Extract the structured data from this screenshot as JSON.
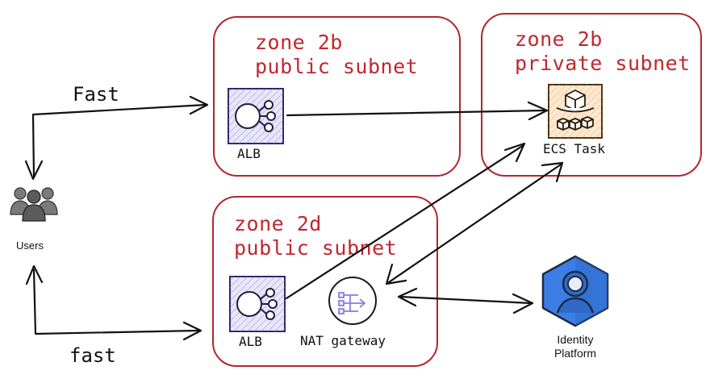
{
  "zones": [
    {
      "line1": "zone 2b",
      "line2": "public subnet"
    },
    {
      "line1": "zone 2b",
      "line2": "private subnet"
    },
    {
      "line1": "zone 2d",
      "line2": "public subnet"
    }
  ],
  "edges": {
    "top": "Fast",
    "bottom": "fast"
  },
  "nodes": {
    "users": "Users",
    "alb_top": "ALB",
    "alb_bottom": "ALB",
    "ecs": "ECS Task",
    "nat": "NAT gateway",
    "identity_line1": "Identity",
    "identity_line2": "Platform"
  },
  "colors": {
    "zone_border": "#b3262f",
    "zone_text": "#c0272d",
    "alb_fill": "#dcd8f5",
    "alb_stroke": "#2a2a6a",
    "ecs_fill": "#fce3c7",
    "ecs_stroke": "#5a3a10",
    "nat_icon": "#8a7fe0",
    "identity_blue": "#3b7de0",
    "users_gray": "#6b6b6b"
  },
  "icons": [
    "users-icon",
    "alb-icon",
    "ecs-task-icon",
    "nat-gateway-icon",
    "identity-platform-icon"
  ]
}
